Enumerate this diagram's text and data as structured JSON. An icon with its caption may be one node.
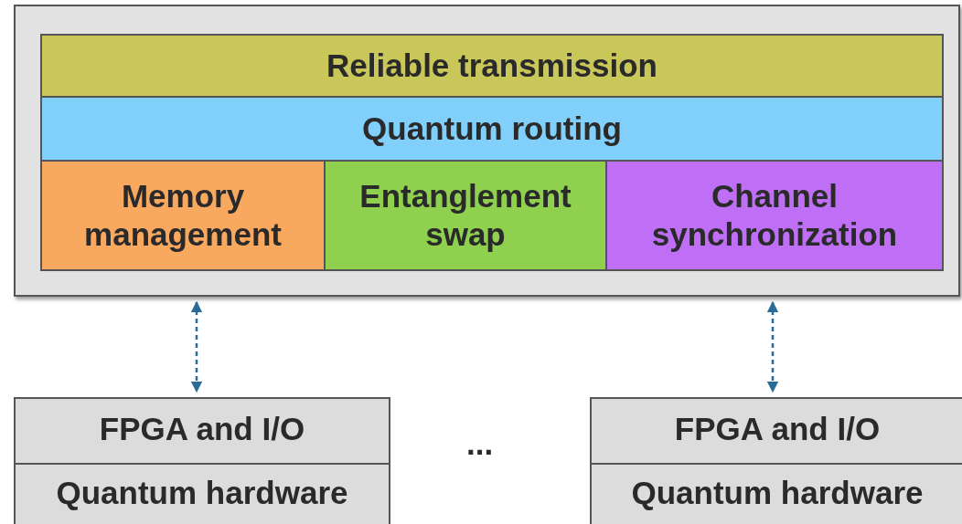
{
  "diagram": {
    "nodes": [
      {
        "text": [],
        "shape": "box"
      },
      {
        "text": [
          "Reliable transmission"
        ],
        "in": 0
      },
      {
        "text": [
          "Quantum routing"
        ],
        "in": 0
      },
      {
        "text": [
          "Memory management"
        ],
        "in": 0
      },
      {
        "text": [
          "Entanglement swap"
        ],
        "in": 0
      },
      {
        "text": [
          "Channel synchronization"
        ],
        "in": 0
      },
      {
        "text": [
          "FPGA and I/O",
          "Quantum hardware"
        ]
      },
      {
        "text": [
          "FPGA and I/O",
          "Quantum hardware"
        ]
      }
    ],
    "edges": [
      {
        "from": 0,
        "to": 6,
        "arrow": "both",
        "style": "dashed"
      },
      {
        "from": 0,
        "to": 7,
        "arrow": "both",
        "style": "dashed"
      }
    ],
    "labels": [
      "..."
    ]
  }
}
